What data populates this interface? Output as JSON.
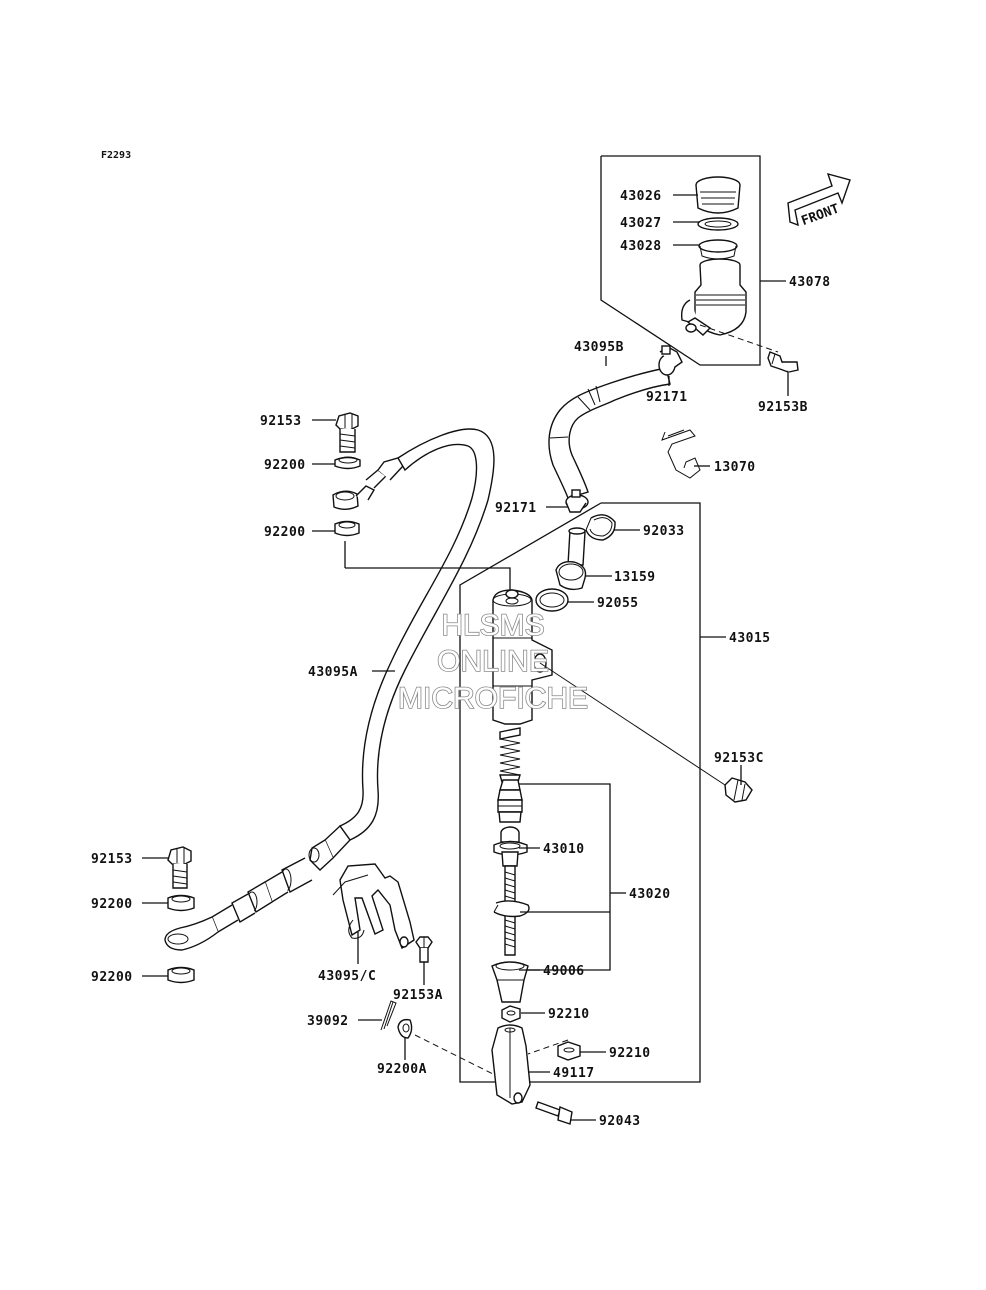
{
  "figure_code": "F2293",
  "front_label": "FRONT",
  "watermark": [
    "HLSMS",
    "ONLINE",
    "MICROFICHE"
  ],
  "callouts": [
    {
      "id": "c43026",
      "text": "43026"
    },
    {
      "id": "c43027",
      "text": "43027"
    },
    {
      "id": "c43028",
      "text": "43028"
    },
    {
      "id": "c43078",
      "text": "43078"
    },
    {
      "id": "c43095B",
      "text": "43095B"
    },
    {
      "id": "c92171a",
      "text": "92171"
    },
    {
      "id": "c92153B",
      "text": "92153B"
    },
    {
      "id": "c92153a",
      "text": "92153"
    },
    {
      "id": "c92200a",
      "text": "92200"
    },
    {
      "id": "c13070",
      "text": "13070"
    },
    {
      "id": "c92171b",
      "text": "92171"
    },
    {
      "id": "c92033",
      "text": "92033"
    },
    {
      "id": "c92200b",
      "text": "92200"
    },
    {
      "id": "c13159",
      "text": "13159"
    },
    {
      "id": "c92055",
      "text": "92055"
    },
    {
      "id": "c43015",
      "text": "43015"
    },
    {
      "id": "c43095A",
      "text": "43095A"
    },
    {
      "id": "c92153C",
      "text": "92153C"
    },
    {
      "id": "c43010",
      "text": "43010"
    },
    {
      "id": "c92153b",
      "text": "92153"
    },
    {
      "id": "c43020",
      "text": "43020"
    },
    {
      "id": "c92200c",
      "text": "92200"
    },
    {
      "id": "c49006",
      "text": "49006"
    },
    {
      "id": "c43095C",
      "text": "43095/C"
    },
    {
      "id": "c92200d",
      "text": "92200"
    },
    {
      "id": "c92153A",
      "text": "92153A"
    },
    {
      "id": "c92210a",
      "text": "92210"
    },
    {
      "id": "c39092",
      "text": "39092"
    },
    {
      "id": "c92210b",
      "text": "92210"
    },
    {
      "id": "c92200A",
      "text": "92200A"
    },
    {
      "id": "c49117",
      "text": "49117"
    },
    {
      "id": "c92043",
      "text": "92043"
    }
  ]
}
